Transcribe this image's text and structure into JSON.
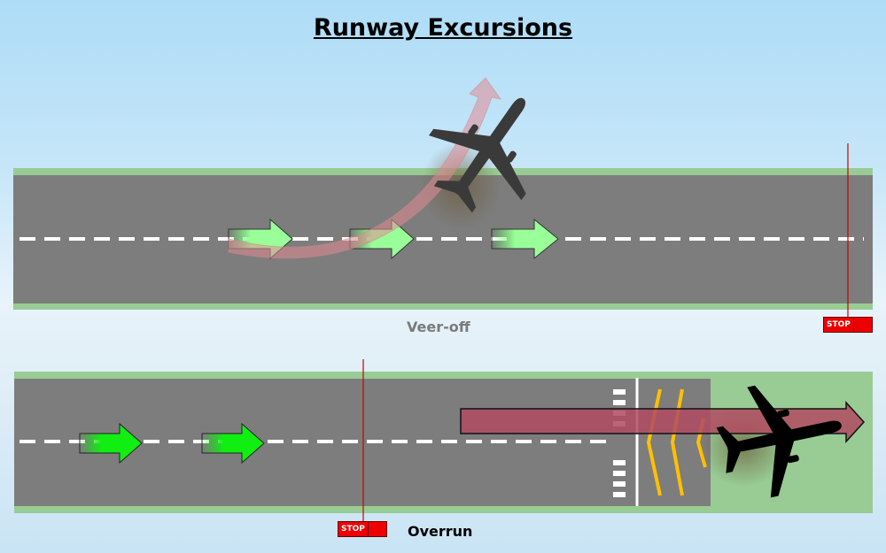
{
  "title": "Runway Excursions",
  "scenarios": [
    {
      "label": "Veer-off",
      "stop_sign": "STOP"
    },
    {
      "label": "Overrun",
      "stop_sign": "STOP"
    }
  ],
  "colors": {
    "runway": "#7d7d7d",
    "grass": "#98cc94",
    "stop": "#ee0000",
    "arrow_green": "#33ff33",
    "arrow_red": "#b04a60",
    "chevron": "#ffc000"
  },
  "icons": [
    "airplane-icon",
    "direction-arrow-icon",
    "stop-sign-icon"
  ]
}
